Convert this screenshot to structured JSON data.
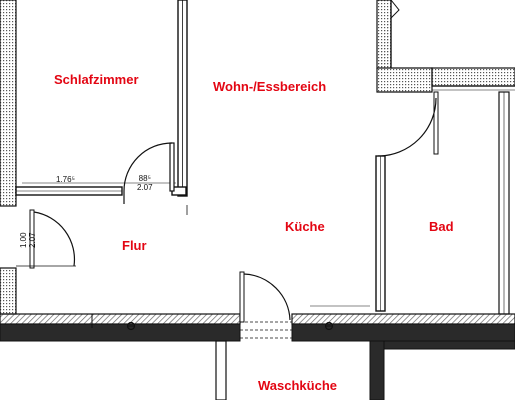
{
  "rooms": {
    "schlafzimmer": "Schlafzimmer",
    "wohn_essbereich": "Wohn-/Essbereich",
    "kueche": "Küche",
    "bad": "Bad",
    "flur": "Flur",
    "waschkueche": "Waschküche"
  },
  "dimensions": {
    "bedroom_width": "1.76⁵",
    "bedroom_door_width": "88⁵",
    "bedroom_door_height": "2.07",
    "hall_door_width": "1.00",
    "hall_door_height": "2.07"
  },
  "colors": {
    "label": "#e30613",
    "wall": "#111111",
    "hatch": "#666666"
  }
}
